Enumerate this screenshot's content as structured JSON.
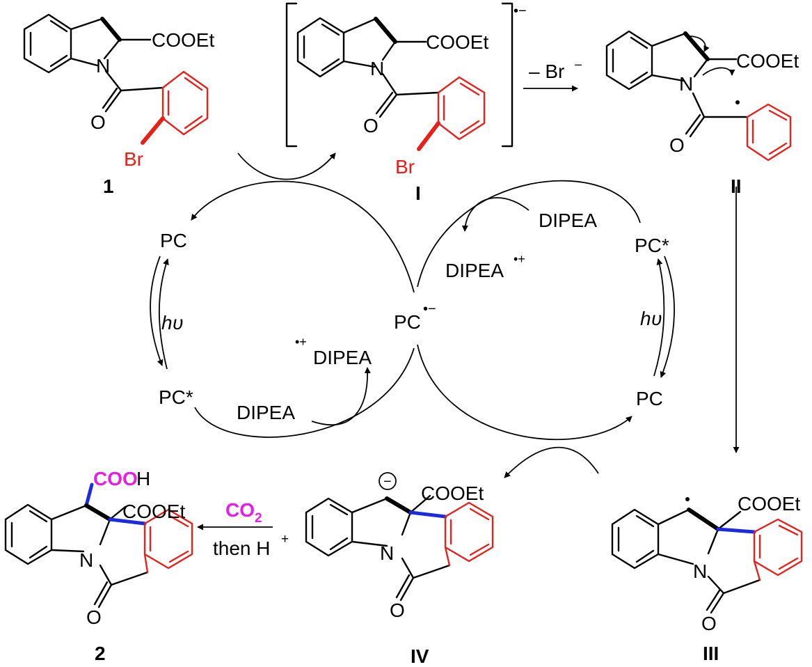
{
  "compounds": {
    "c1": {
      "id": "1",
      "substituent": "COOEt",
      "n": "N",
      "o": "O",
      "halogen": "Br"
    },
    "cI": {
      "id": "I",
      "substituent": "COOEt",
      "n": "N",
      "o": "O",
      "halogen": "Br",
      "charge": "•−"
    },
    "cII": {
      "id": "II",
      "substituent": "COOEt",
      "n": "N",
      "o": "O"
    },
    "cIII": {
      "id": "III",
      "substituent": "COOEt",
      "n": "N",
      "o": "O"
    },
    "cIV": {
      "id": "IV",
      "substituent": "COOEt",
      "n": "N",
      "o": "O",
      "charge": "−"
    },
    "c2": {
      "id": "2",
      "substituent": "COOEt",
      "n": "N",
      "o": "O",
      "acid_colored": "COO",
      "acid_h": "H"
    }
  },
  "steps": {
    "br_loss_minus": "– Br",
    "br_loss_sup": "–",
    "co2_main": "CO",
    "co2_sub": "2",
    "then_h_main": "then H",
    "then_h_sup": "+"
  },
  "cycle_left": {
    "pc_top": "PC",
    "hv_h": "h",
    "hv_v": "υ",
    "pc_star": "PC*",
    "dipea_in": "DIPEA",
    "dipea_out_sup": "•+",
    "dipea_out": "DIPEA"
  },
  "center": {
    "pc": "PC",
    "pc_sup": "•−"
  },
  "cycle_right": {
    "dipea_in": "DIPEA",
    "dipea_out": "DIPEA",
    "dipea_out_sup": "•+",
    "pc_star": "PC*",
    "hv_h": "h",
    "hv_v": "υ",
    "pc_bottom": "PC"
  },
  "colors": {
    "new_ring": "#e8201a",
    "new_bond": "#1a2be0",
    "co2_label": "#e61ee6"
  },
  "icons": [
    "reaction-arrow",
    "curved-arrow",
    "equilibrium-arrow"
  ]
}
